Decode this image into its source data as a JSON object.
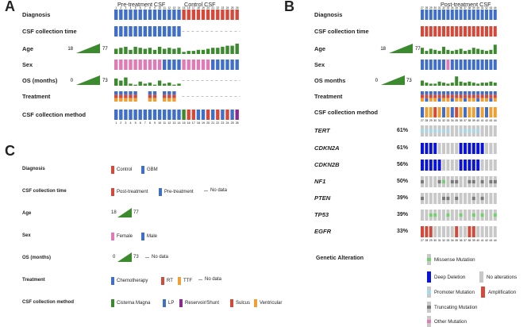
{
  "panels": {
    "a": {
      "letter": "A",
      "header_pre": "Pre-treatment CSF",
      "header_control": "Control CSF",
      "rows": [
        "Diagnosis",
        "CSF  collection  time",
        "Age",
        "Sex",
        "OS (months)",
        "Treatment",
        "CSF  collection  method"
      ],
      "age_min": "18",
      "age_max": "77",
      "os_min": "0",
      "os_max": "73",
      "sample_numbers": [
        "1",
        "2",
        "3",
        "4",
        "5",
        "6",
        "7",
        "8",
        "9",
        "10",
        "11",
        "12",
        "13",
        "14",
        "15",
        "16",
        "17",
        "18",
        "19",
        "20",
        "21",
        "22",
        "23",
        "24",
        "25",
        "26"
      ]
    },
    "b": {
      "letter": "B",
      "header": "Post-treatment CSF",
      "rows": [
        "Diagnosis",
        "CSF  collection  time",
        "Age",
        "Sex",
        "OS  months",
        "Treatment",
        "CSF  collection  method"
      ],
      "age_min": "18",
      "age_max": "77",
      "os_min": "0",
      "os_max": "73",
      "genes": [
        {
          "name": "TERT",
          "pct": "61%"
        },
        {
          "name": "CDKN2A",
          "pct": "61%"
        },
        {
          "name": "CDKN2B",
          "pct": "56%"
        },
        {
          "name": "NF1",
          "pct": "50%"
        },
        {
          "name": "PTEN",
          "pct": "39%"
        },
        {
          "name": "TP53",
          "pct": "39%"
        },
        {
          "name": "EGFR",
          "pct": "33%"
        }
      ],
      "sample_numbers": [
        "27",
        "28",
        "29",
        "30",
        "31",
        "32",
        "33",
        "34",
        "35",
        "36",
        "37",
        "38",
        "39",
        "40",
        "41",
        "42",
        "43",
        "44"
      ],
      "genetic_alteration_title": "Genetic Alteration",
      "ga_legend": {
        "missense": "Missense Mutation",
        "deep_deletion": "Deep Deletion",
        "no_alterations": "No alterations",
        "promoter": "Promoter Mutation",
        "amplification": "Amplification",
        "truncating": "Truncating Mutation",
        "other": "Other Mutation"
      }
    },
    "c": {
      "letter": "C",
      "rows": [
        {
          "label": "Diagnosis",
          "items": [
            "Control",
            "GBM"
          ]
        },
        {
          "label": "CSF  collection  time",
          "items": [
            "Post-treatment",
            "Pre-treatment"
          ],
          "nodata": "No data"
        },
        {
          "label": "Age",
          "min": "18",
          "max": "77"
        },
        {
          "label": "Sex",
          "items": [
            "Female",
            "Male"
          ]
        },
        {
          "label": "OS (months)",
          "min": "0",
          "max": "73",
          "nodata": "No data"
        },
        {
          "label": "Treatment",
          "items": [
            "Chemotherapy",
            "RT",
            "TTF"
          ],
          "nodata": "No data"
        },
        {
          "label": "CSF  collection  method",
          "items": [
            "Cisterna  Magna",
            "LP",
            "Reservoir/Shunt",
            "Sulcus",
            "Ventricular"
          ]
        }
      ]
    }
  },
  "colors": {
    "red": "#d4493a",
    "blue": "#3f6fc9",
    "green": "#3c8a2e",
    "pink": "#e07bb5",
    "orange": "#f0a030",
    "purple": "#8a2a8f",
    "grey": "#c8c8c8",
    "deep_blue": "#0a14d8",
    "light_cyan": "#a8d8e8",
    "bright_green": "#6fd36a",
    "dark_grey": "#7a7a7a"
  }
}
